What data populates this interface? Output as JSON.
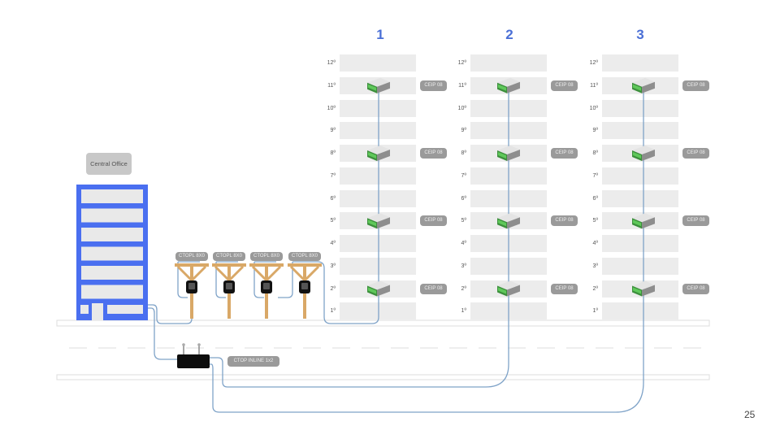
{
  "central_office": {
    "label": "Central Office"
  },
  "buildings": [
    {
      "number": "1",
      "ceip_floors": [
        11,
        8,
        5,
        2
      ]
    },
    {
      "number": "2",
      "ceip_floors": [
        11,
        8,
        5,
        2
      ]
    },
    {
      "number": "3",
      "ceip_floors": [
        11,
        8,
        5,
        2
      ]
    }
  ],
  "floor_labels": [
    "12º",
    "11º",
    "10º",
    "9º",
    "8º",
    "7º",
    "6º",
    "5º",
    "4º",
    "3º",
    "2º",
    "1º"
  ],
  "ceip_label": "CEIP 08",
  "poles": [
    {
      "label": "CTOPL 8X0"
    },
    {
      "label": "CTOPL 8X0"
    },
    {
      "label": "CTOPL 8X0"
    },
    {
      "label": "CTOPL 8X0"
    }
  ],
  "inline_box": {
    "label": "CTOP INLINE 1x2"
  },
  "page_number": "25",
  "colors": {
    "building_blue": "#4a6ff0",
    "cable": "#7fa3c8",
    "floor": "#ececec",
    "tag": "#9a9a9a",
    "pole": "#d9a867",
    "number": "#4a6fd6"
  }
}
